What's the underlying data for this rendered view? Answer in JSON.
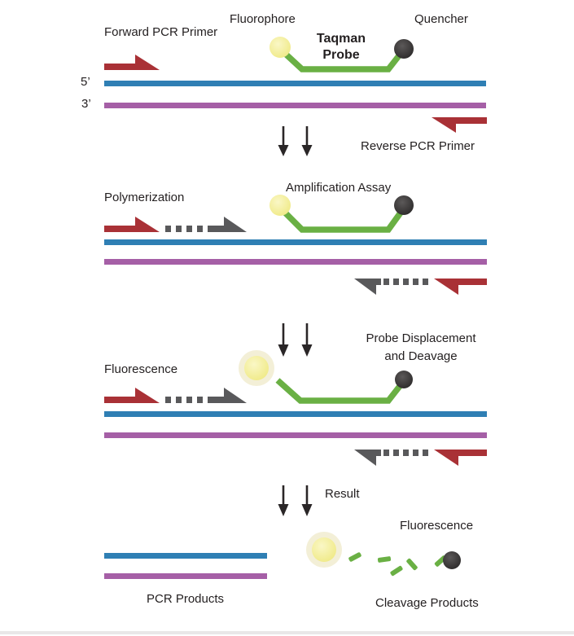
{
  "title": "Taqman Probe qPCR Mechanism Diagram",
  "colors": {
    "red": "#A93136",
    "blue": "#2F7FB4",
    "purple": "#A55FA6",
    "green": "#6AB044",
    "gray": "#59595B",
    "text": "#231F20",
    "arrow_black": "#2A2627",
    "fluoro_fill": "#EFE983",
    "fluoro_hi": "#FAF7C6",
    "halo": "#F3EFD7",
    "quencher_dark": "#292727",
    "quencher_light": "#5C5959",
    "divider": "#E9E7E8"
  },
  "panel_hybridization": {
    "forward_primer_label": "Forward PCR Primer",
    "fluorophore_label": "Fluorophore",
    "probe_label_line1": "Taqman",
    "probe_label_line2": "Probe",
    "quencher_label": "Quencher",
    "five_prime_label": "5’",
    "three_prime_label": "3’",
    "reverse_primer_label": "Reverse PCR Primer"
  },
  "panel_polymerization": {
    "step_label": "Polymerization",
    "assay_label": "Amplification Assay"
  },
  "panel_cleavage": {
    "step_label": "Fluorescence",
    "displacement_label_line1": "Probe Displacement",
    "displacement_label_line2": "and Deavage"
  },
  "panel_result": {
    "step_label": "Result",
    "fluorescence_label": "Fluorescence",
    "pcr_products_label": "PCR Products",
    "cleavage_products_label": "Cleavage Products"
  }
}
